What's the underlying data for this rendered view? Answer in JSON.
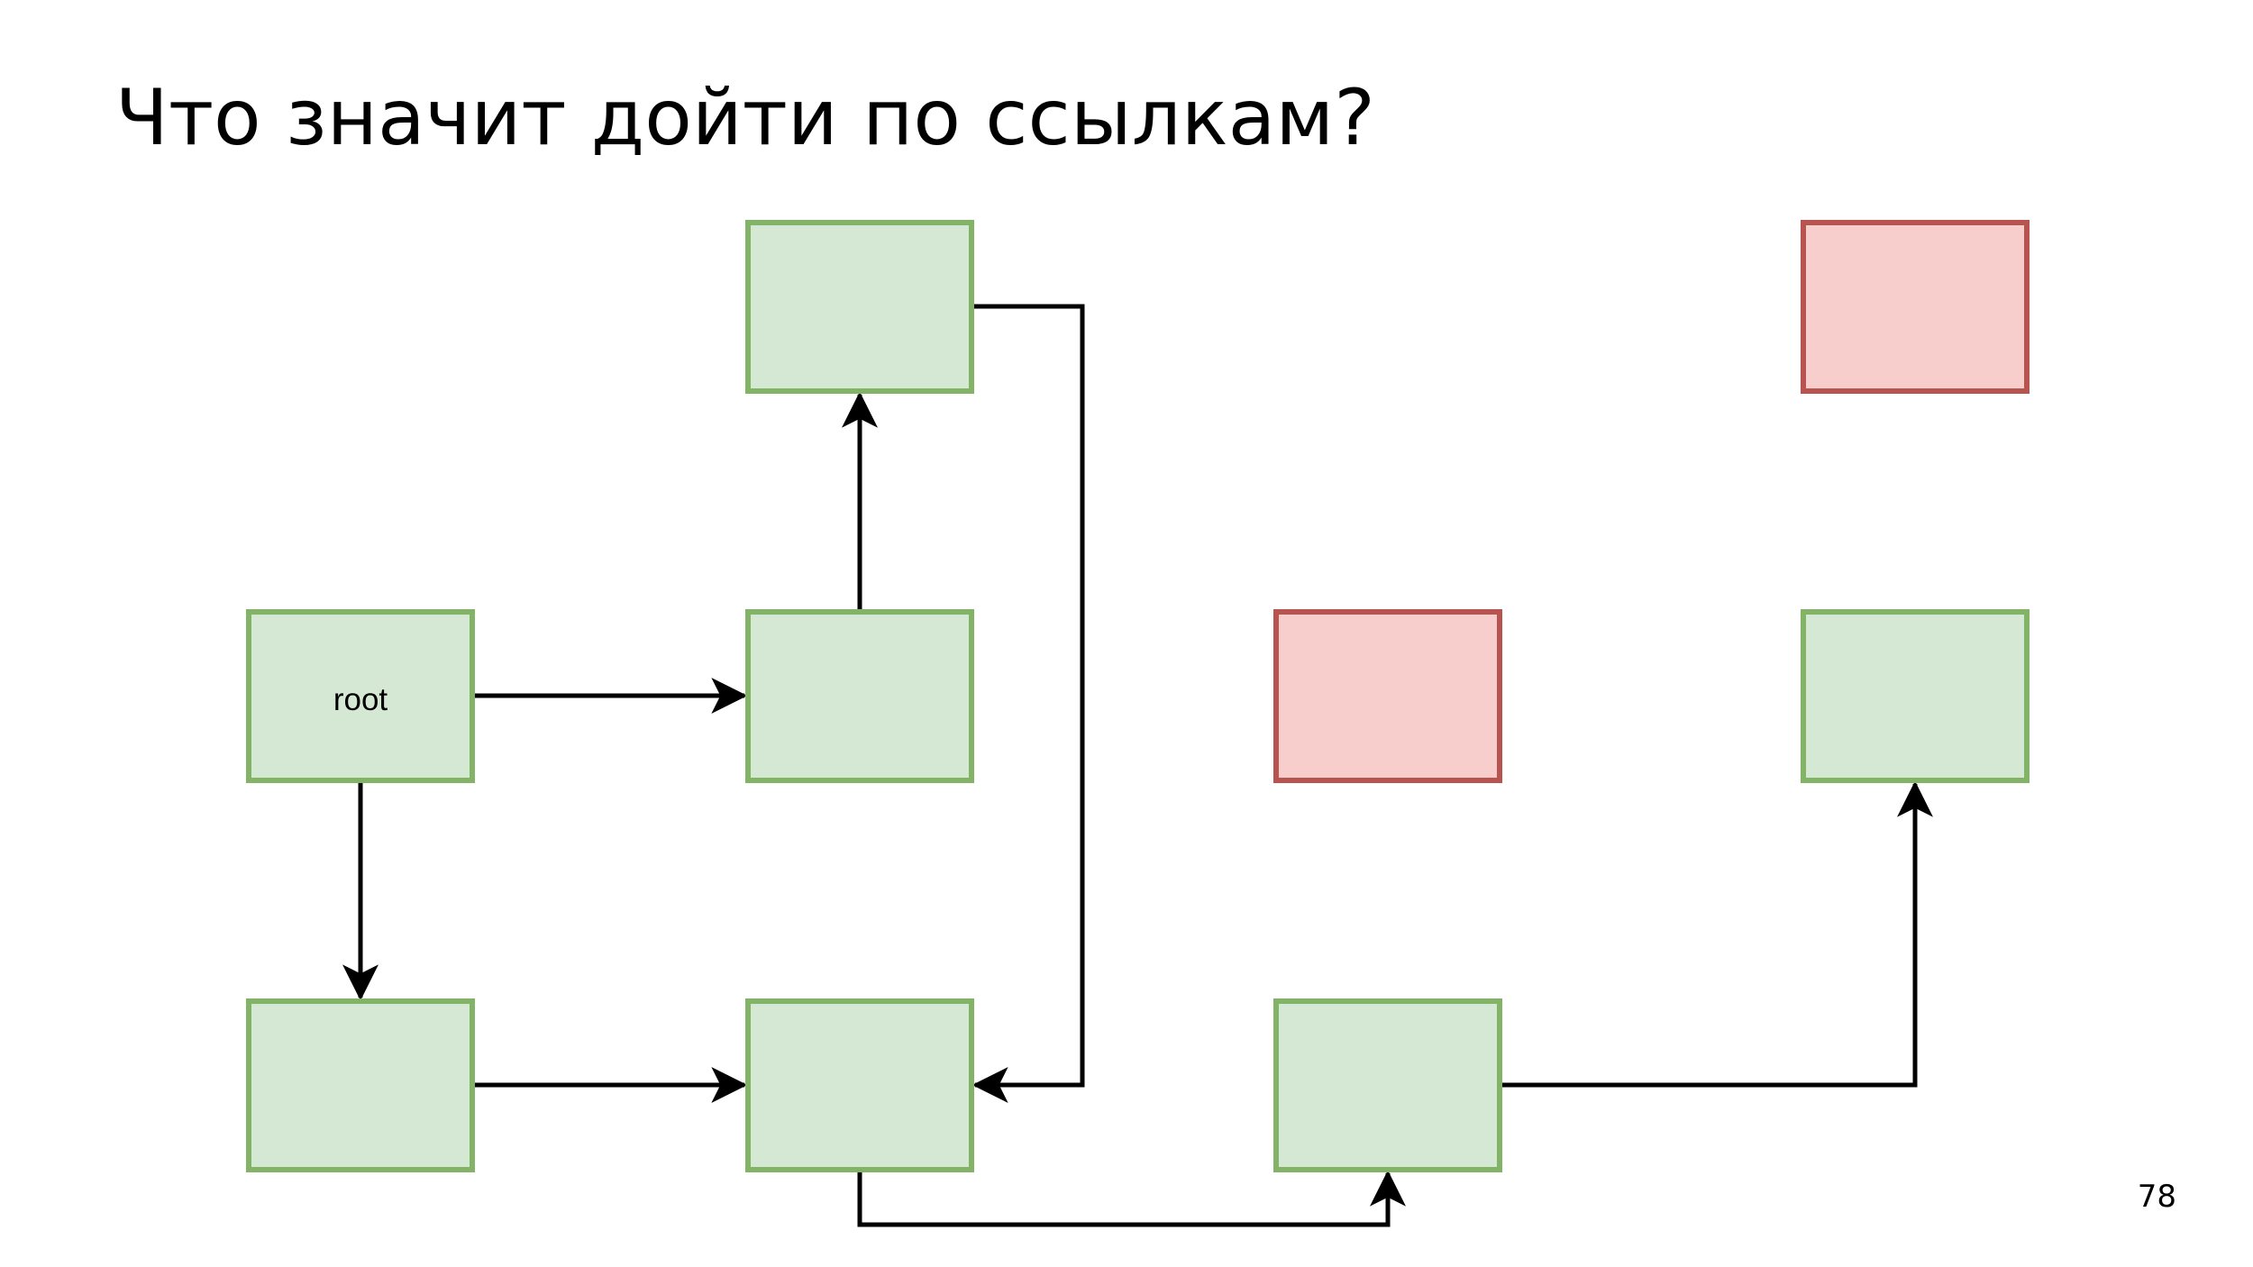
{
  "slide": {
    "title": "Что значит дойти по ссылкам?",
    "page_number": "78"
  },
  "diagram": {
    "colors": {
      "reachable_fill": "#d5e8d4",
      "reachable_stroke": "#82b366",
      "unreachable_fill": "#f8cecc",
      "unreachable_stroke": "#b85450",
      "edge": "#000000"
    },
    "nodes": [
      {
        "id": "root",
        "label": "root",
        "status": "reachable"
      },
      {
        "id": "top-middle",
        "label": "",
        "status": "reachable"
      },
      {
        "id": "middle",
        "label": "",
        "status": "reachable"
      },
      {
        "id": "bottom-left",
        "label": "",
        "status": "reachable"
      },
      {
        "id": "bottom-middle",
        "label": "",
        "status": "reachable"
      },
      {
        "id": "bottom-right-center",
        "label": "",
        "status": "reachable"
      },
      {
        "id": "right-middle",
        "label": "",
        "status": "reachable"
      },
      {
        "id": "center-red",
        "label": "",
        "status": "unreachable"
      },
      {
        "id": "top-right-red",
        "label": "",
        "status": "unreachable"
      }
    ],
    "edges": [
      {
        "from": "root",
        "to": "middle"
      },
      {
        "from": "root",
        "to": "bottom-left"
      },
      {
        "from": "middle",
        "to": "top-middle"
      },
      {
        "from": "top-middle",
        "to": "bottom-middle"
      },
      {
        "from": "bottom-left",
        "to": "bottom-middle"
      },
      {
        "from": "bottom-middle",
        "to": "bottom-right-center"
      },
      {
        "from": "bottom-right-center",
        "to": "right-middle"
      }
    ]
  }
}
